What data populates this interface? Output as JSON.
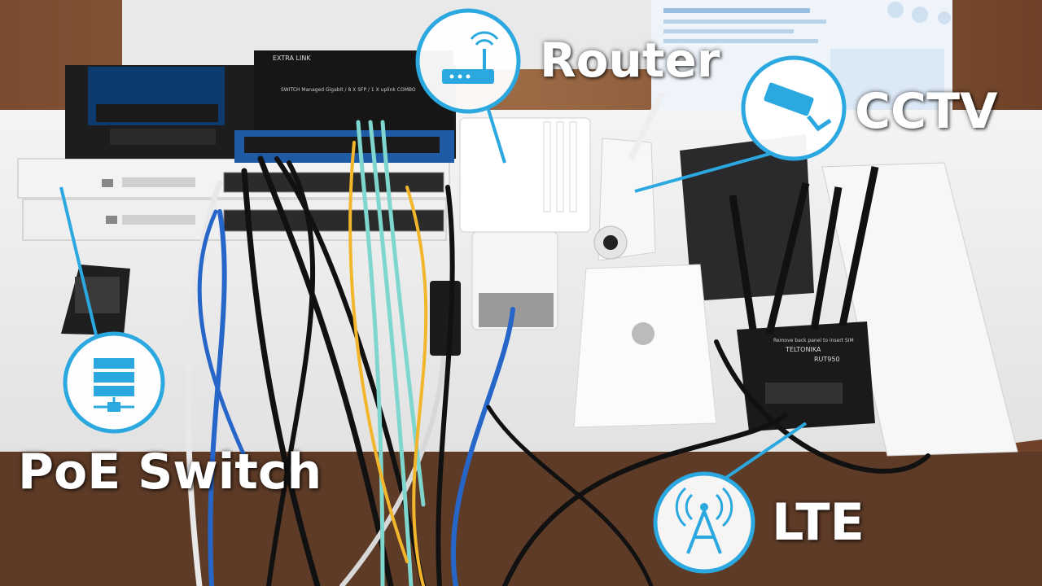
{
  "labels": {
    "router": "Router",
    "cctv": "CCTV",
    "poe_switch": "PoE Switch",
    "lte": "LTE"
  },
  "device_text": {
    "switch_brand": "EXTRA LINK",
    "switch_model": "SWITCH Managed Gigabit / 8 X SFP / 1 X uplink COMBO",
    "lte_brand": "TELTONIKA",
    "lte_model": "RUT950",
    "lte_note": "Remove back panel to insert SIM"
  },
  "icons": {
    "router": "router-wifi-icon",
    "cctv": "security-camera-icon",
    "poe_switch": "network-switch-icon",
    "lte": "cell-tower-icon"
  },
  "colors": {
    "accent": "#2aa8df",
    "label_text": "#ffffff",
    "table": "#f1f1f1",
    "wall": "#8f5f3d"
  }
}
